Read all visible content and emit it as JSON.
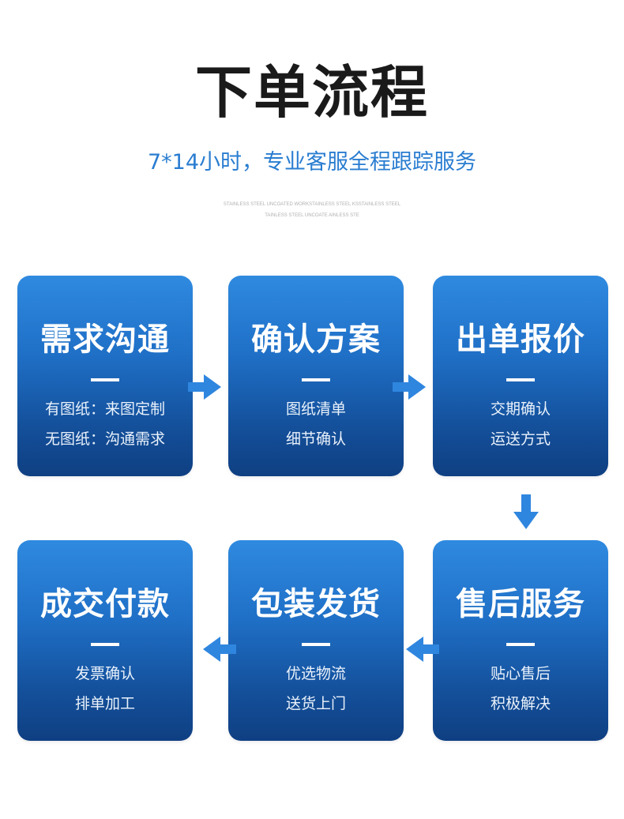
{
  "header": {
    "title": "下单流程",
    "subtitle": "7*14小时，专业客服全程跟踪服务",
    "tiny_line1": "STAINLESS STEEL UNCOATED WORKSTAINLESS STEEL KSSTAINLESS STEEL",
    "tiny_line2": "TAINLESS STEEL UNCOATE AINLESS STE"
  },
  "steps": [
    {
      "title": "需求沟通",
      "line1": "有图纸：来图定制",
      "line2": "无图纸：沟通需求"
    },
    {
      "title": "确认方案",
      "line1": "图纸清单",
      "line2": "细节确认"
    },
    {
      "title": "出单报价",
      "line1": "交期确认",
      "line2": "运送方式"
    },
    {
      "title": "售后服务",
      "line1": "贴心售后",
      "line2": "积极解决"
    },
    {
      "title": "包装发货",
      "line1": "优选物流",
      "line2": "送货上门"
    },
    {
      "title": "成交付款",
      "line1": "发票确认",
      "line2": "排单加工"
    }
  ],
  "colors": {
    "accent": "#2a7dd1",
    "card_top": "#2f8ae0",
    "card_bottom": "#0f3f82",
    "arrow": "#2f86df"
  },
  "icons": {
    "arrow_right": "arrow-right-icon",
    "arrow_down": "arrow-down-icon",
    "arrow_left": "arrow-left-icon"
  }
}
